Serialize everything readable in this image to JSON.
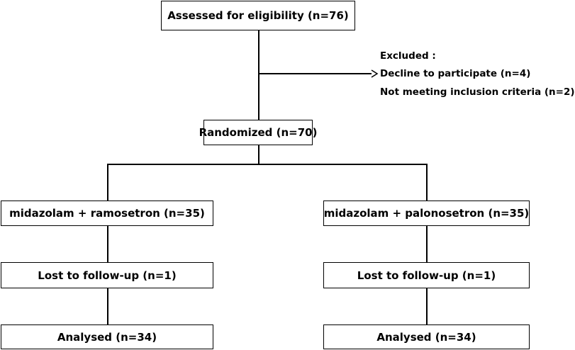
{
  "boxes": {
    "assessed": "Assessed for eligibility (n=76)",
    "randomized": "Randomized (n=70)",
    "group_left": "midazolam + ramosetron (n=35)",
    "group_right": "midazolam + palonosetron (n=35)",
    "lost_left": "Lost to follow-up (n=1)",
    "lost_right": "Lost to follow-up (n=1)",
    "analysed_left": "Analysed (n=34)",
    "analysed_right": "Analysed (n=34)"
  },
  "excluded": {
    "title": "Excluded :",
    "reasons": [
      "Decline to participate (n=4)",
      "Not meeting inclusion criteria (n=2)"
    ]
  }
}
